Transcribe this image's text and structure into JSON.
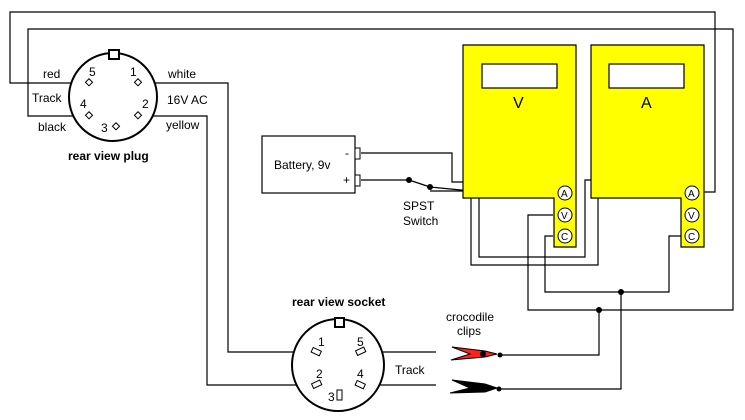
{
  "plug": {
    "title": "rear view plug",
    "pins": [
      "1",
      "2",
      "3",
      "4",
      "5"
    ],
    "labels": {
      "red": "red",
      "track": "Track",
      "black": "black",
      "white": "white",
      "ac": "16V AC",
      "yellow": "yellow"
    }
  },
  "socket": {
    "title": "rear view socket",
    "pins": [
      "1",
      "2",
      "3",
      "4",
      "5"
    ],
    "track_label": "Track"
  },
  "battery": {
    "label": "Battery, 9v",
    "minus": "-",
    "plus": "+"
  },
  "switch": {
    "line1": "SPST",
    "line2": "Switch"
  },
  "meters": [
    {
      "letter": "V",
      "terminals": [
        "A",
        "V",
        "C"
      ]
    },
    {
      "letter": "A",
      "terminals": [
        "A",
        "V",
        "C"
      ]
    }
  ],
  "clips": {
    "line1": "crocodile",
    "line2": "clips"
  },
  "colors": {
    "meter": "#ffff00",
    "red_clip": "#ff2020",
    "black_clip": "#000000"
  }
}
